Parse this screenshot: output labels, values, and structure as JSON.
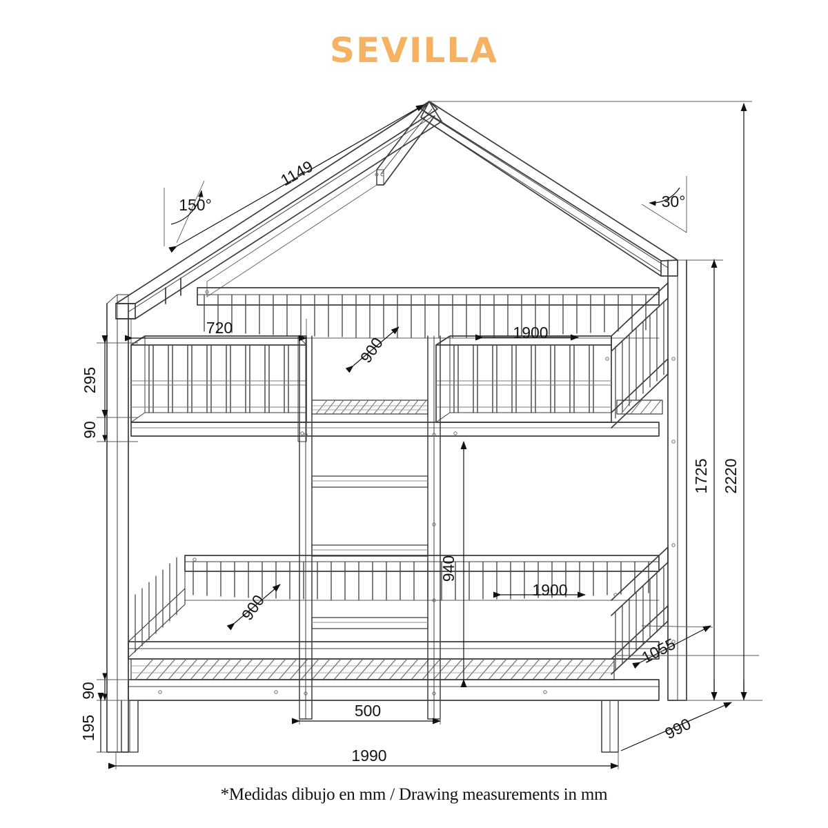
{
  "title": "SEVILLA",
  "caption": "*Medidas dibujo en mm / Drawing measurements in mm",
  "units": "mm",
  "colors": {
    "title": "#f6b263",
    "line": "#3c3c3c",
    "dimension_line": "#111111",
    "dimension_text": "#12141a",
    "background": "#ffffff"
  },
  "product": {
    "name": "SEVILLA",
    "type": "house-frame bunk bed",
    "view": "front elevation / isometric technical drawing"
  },
  "dimensions": {
    "roof_slope_length": "1149",
    "roof_apex_angle": "150°",
    "roof_pitch_angle": "30°",
    "upper_guard_opening": "720",
    "bed_depth_upper": "900",
    "bed_depth_lower": "900",
    "mattress_length_upper": "1900",
    "mattress_length_lower": "1900",
    "guard_rail_height": "295",
    "upper_rail_thickness": "90",
    "lower_frame_thickness": "90",
    "leg_height": "195",
    "bunk_clearance": "940",
    "ladder_width": "500",
    "total_width": "1990",
    "height_to_upper_frame": "1725",
    "total_height": "2220",
    "end_panel_diagonal": "1055",
    "base_depth": "990"
  },
  "labels": [
    {
      "id": "roof-slope",
      "text": "1149",
      "kind": "linear",
      "orientation": "diagonal"
    },
    {
      "id": "apex-angle",
      "text": "150°",
      "kind": "angular",
      "orientation": "arc"
    },
    {
      "id": "pitch-angle",
      "text": "30°",
      "kind": "angular",
      "orientation": "arc"
    },
    {
      "id": "upper-guard-gap",
      "text": "720",
      "kind": "linear",
      "orientation": "horizontal"
    },
    {
      "id": "upper-depth",
      "text": "900",
      "kind": "linear",
      "orientation": "diagonal"
    },
    {
      "id": "upper-length",
      "text": "1900",
      "kind": "linear",
      "orientation": "horizontal"
    },
    {
      "id": "guard-height",
      "text": "295",
      "kind": "linear",
      "orientation": "vertical"
    },
    {
      "id": "upper-rail-thk",
      "text": "90",
      "kind": "linear",
      "orientation": "vertical"
    },
    {
      "id": "height-upper",
      "text": "1725",
      "kind": "linear",
      "orientation": "vertical"
    },
    {
      "id": "height-total",
      "text": "2220",
      "kind": "linear",
      "orientation": "vertical"
    },
    {
      "id": "bunk-clearance",
      "text": "940",
      "kind": "linear",
      "orientation": "vertical"
    },
    {
      "id": "lower-depth",
      "text": "900",
      "kind": "linear",
      "orientation": "diagonal"
    },
    {
      "id": "lower-length",
      "text": "1900",
      "kind": "linear",
      "orientation": "horizontal"
    },
    {
      "id": "end-panel-diag",
      "text": "1055",
      "kind": "linear",
      "orientation": "diagonal"
    },
    {
      "id": "base-depth",
      "text": "990",
      "kind": "linear",
      "orientation": "diagonal"
    },
    {
      "id": "lower-frame-thk",
      "text": "90",
      "kind": "linear",
      "orientation": "vertical"
    },
    {
      "id": "leg-height",
      "text": "195",
      "kind": "linear",
      "orientation": "vertical"
    },
    {
      "id": "ladder-width",
      "text": "500",
      "kind": "linear",
      "orientation": "horizontal"
    },
    {
      "id": "total-width",
      "text": "1990",
      "kind": "linear",
      "orientation": "horizontal"
    }
  ]
}
